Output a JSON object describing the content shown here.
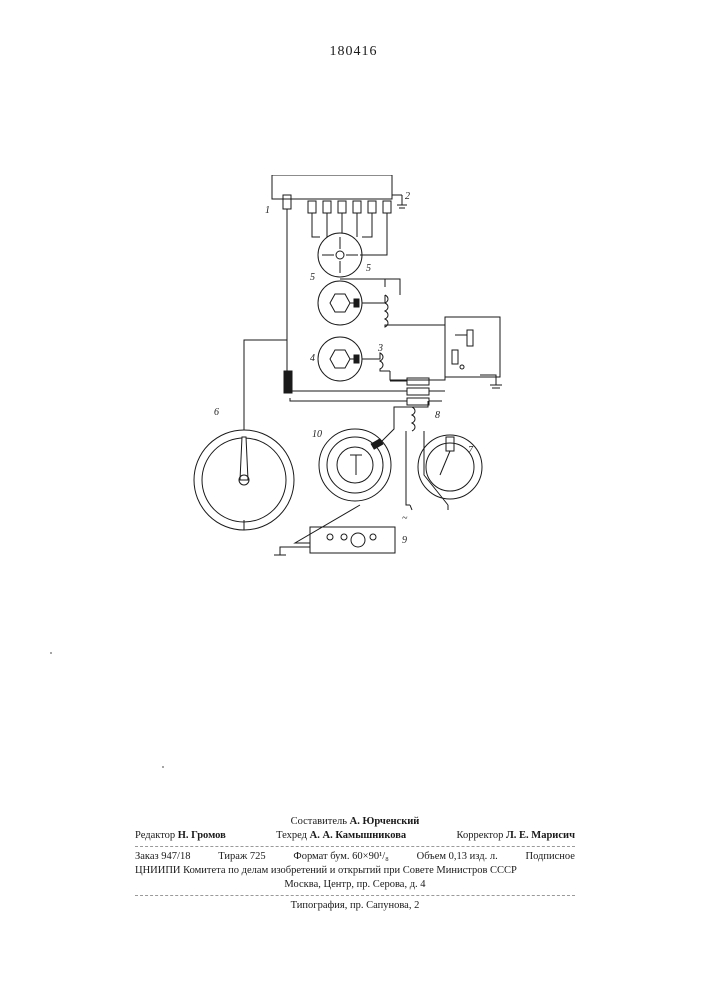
{
  "header": {
    "patent_number": "180416"
  },
  "figure": {
    "labels": {
      "l1": "1",
      "l2": "2",
      "l3": "3",
      "l4": "4",
      "l5a": "5",
      "l5b": "5",
      "l6": "6",
      "l7": "7",
      "l8": "8",
      "l9": "9",
      "l10": "10",
      "ac": "~"
    }
  },
  "colophon": {
    "compiler_role": "Составитель",
    "compiler_name": "А. Юрченский",
    "editor_role": "Редактор",
    "editor_name": "Н. Громов",
    "techred_role": "Техред",
    "techred_name": "А. А. Камышникова",
    "corrector_role": "Корректор",
    "corrector_name": "Л. Е. Марисич",
    "order": "Заказ 947/18",
    "print_run": "Тираж 725",
    "format": "Формат бум. 60×90¹/₈",
    "volume": "Объем 0,13 изд. л.",
    "subscription": "Подписное",
    "org_line": "ЦНИИПИ Комитета по делам изобретений и открытий при Совете Министров СССР",
    "address": "Москва, Центр, пр. Серова, д. 4",
    "typography": "Типография, пр. Сапунова, 2"
  }
}
